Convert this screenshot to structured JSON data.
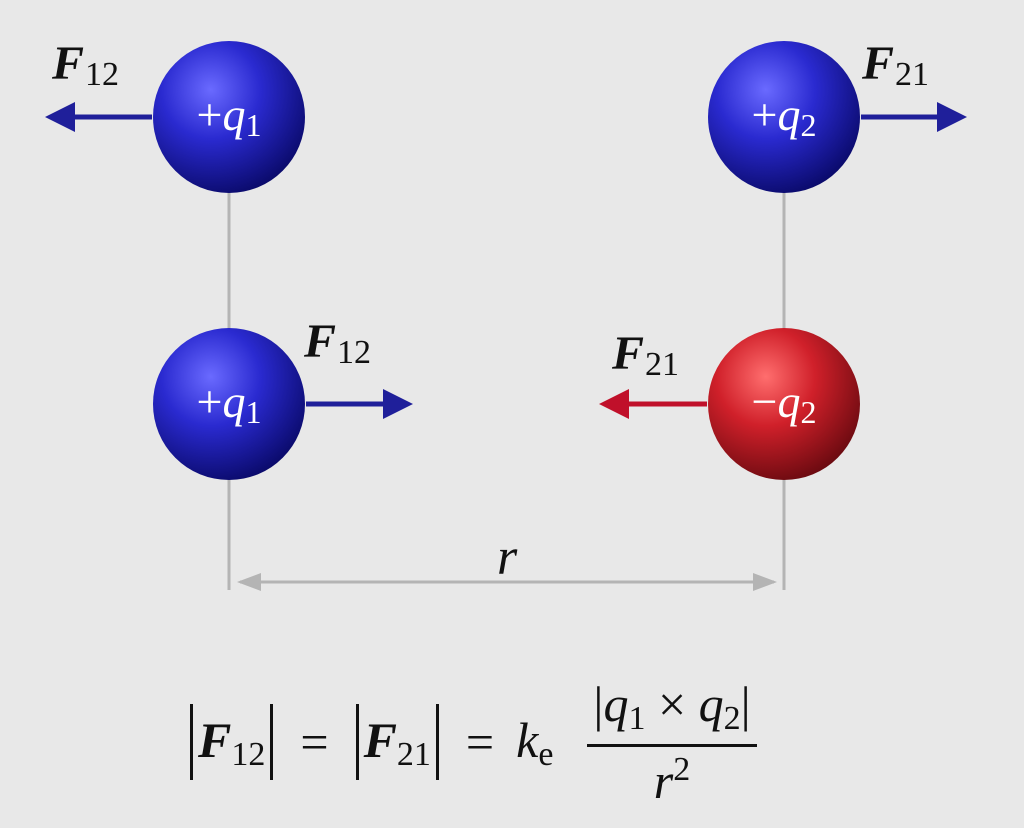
{
  "top_row": {
    "left_charge": {
      "sign": "+",
      "symbol": "q",
      "index": "1"
    },
    "right_charge": {
      "sign": "+",
      "symbol": "q",
      "index": "2"
    },
    "left_force": {
      "symbol": "F",
      "index": "12"
    },
    "right_force": {
      "symbol": "F",
      "index": "21"
    }
  },
  "bottom_row": {
    "left_charge": {
      "sign": "+",
      "symbol": "q",
      "index": "1"
    },
    "right_charge": {
      "sign": "−",
      "symbol": "q",
      "index": "2"
    },
    "left_force": {
      "symbol": "F",
      "index": "12"
    },
    "right_force": {
      "symbol": "F",
      "index": "21"
    }
  },
  "distance_label": "r",
  "formula": {
    "lhs_symbol": "F",
    "lhs_index": "12",
    "equals": "=",
    "mid_symbol": "F",
    "mid_index": "21",
    "constant_symbol": "k",
    "constant_index": "e",
    "numerator_left": "q",
    "numerator_left_index": "1",
    "times": "×",
    "numerator_right": "q",
    "numerator_right_index": "2",
    "denominator": "r",
    "denominator_power": "2"
  },
  "colors": {
    "background": "#e8e8e8",
    "positive_charge": "#2424c8",
    "negative_charge": "#c81a24",
    "repulsion_arrow": "#1f1f9a",
    "attraction_arrow": "#c0102a",
    "guide_line": "#b4b4b4"
  }
}
